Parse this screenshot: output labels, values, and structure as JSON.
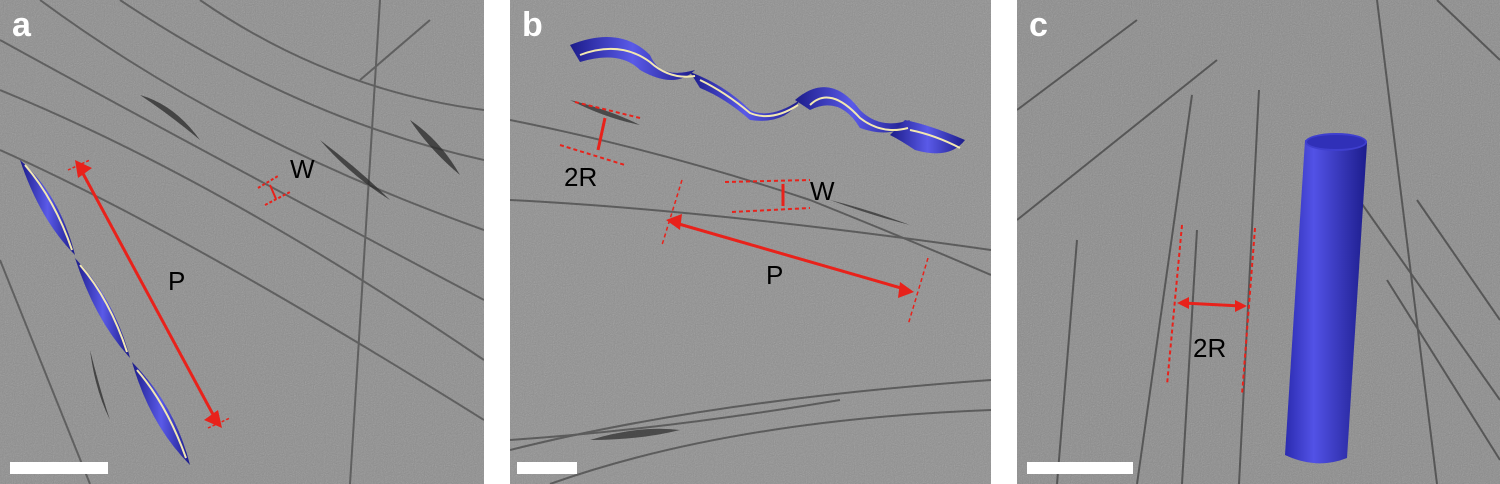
{
  "panels": [
    {
      "letter": "a",
      "labels": {
        "pitch": "P",
        "width": "W"
      }
    },
    {
      "letter": "b",
      "labels": {
        "pitch": "P",
        "width": "W",
        "diameter": "2R"
      }
    },
    {
      "letter": "c",
      "labels": {
        "diameter": "2R"
      }
    }
  ],
  "colors": {
    "annotation": "#e8221b",
    "model": "#3333c4",
    "scalebar": "#ffffff",
    "background": "#8c8c8c"
  },
  "models": {
    "a": "twisted-ribbon-model-icon",
    "b": "helical-ribbon-model-icon",
    "c": "tube-model-icon"
  }
}
